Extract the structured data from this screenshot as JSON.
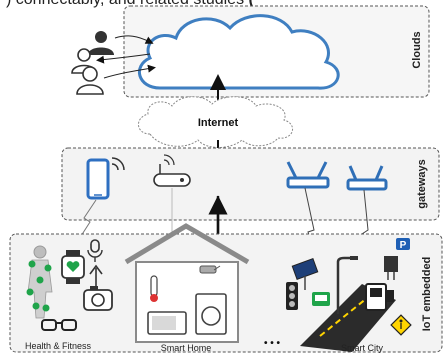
{
  "top_caption": {
    "visible_text": ") connectably, and related studies",
    "paren_open": "("
  },
  "layers": {
    "clouds": "Clouds",
    "internet": "Internet",
    "gateways": "gateways",
    "iot": "IoT embedded"
  },
  "domains": {
    "health": "Health & Fitness",
    "home": "Smart Home",
    "ellipsis": "• • •",
    "city": "Smart City"
  },
  "parking_sign": "P",
  "colors": {
    "cloud_stroke": "#3f7fc1",
    "gateway_blue": "#2f6fb7",
    "phone_blue": "#2e6fc1",
    "wearable_green": "#1fa44a",
    "box_stroke": "#555555",
    "box_fill": "#f3f3f3"
  }
}
